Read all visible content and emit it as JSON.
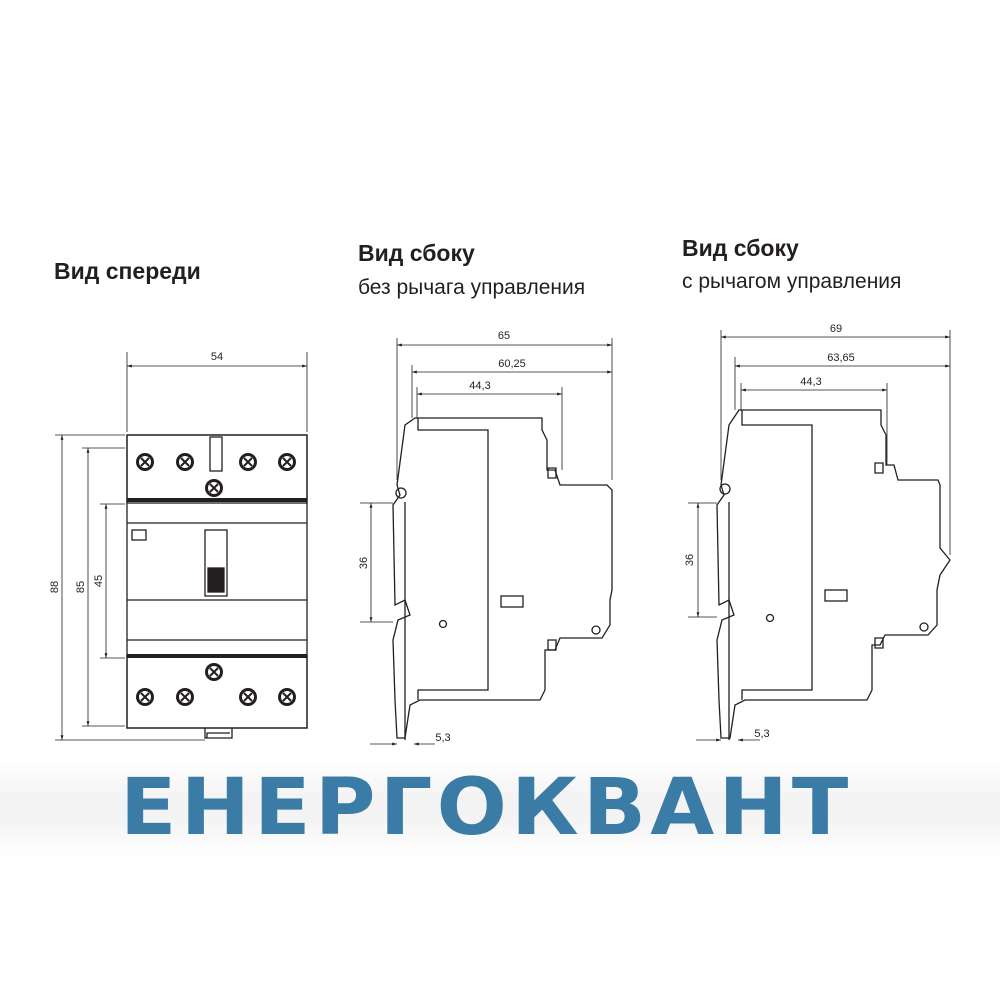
{
  "views": {
    "front": {
      "title": "Вид спереди"
    },
    "side_no_lever": {
      "title": "Вид сбоку",
      "subtitle": "без рычага управления"
    },
    "side_lever": {
      "title": "Вид сбоку",
      "subtitle": "с рычагом управления"
    }
  },
  "dimensions": {
    "front_width": "54",
    "front_h88": "88",
    "front_h85": "85",
    "front_h45": "45",
    "side1_w65": "65",
    "side1_w6025": "60,25",
    "side1_w443": "44,3",
    "side1_h36": "36",
    "side1_w53": "5,3",
    "side2_w69": "69",
    "side2_w6365": "63,65",
    "side2_w443": "44,3",
    "side2_h36": "36",
    "side2_w53": "5,3"
  },
  "brand": {
    "text": "ЕНЕРГОКВАНТ",
    "color": "#3a7ca5"
  },
  "colors": {
    "line": "#231f20"
  }
}
